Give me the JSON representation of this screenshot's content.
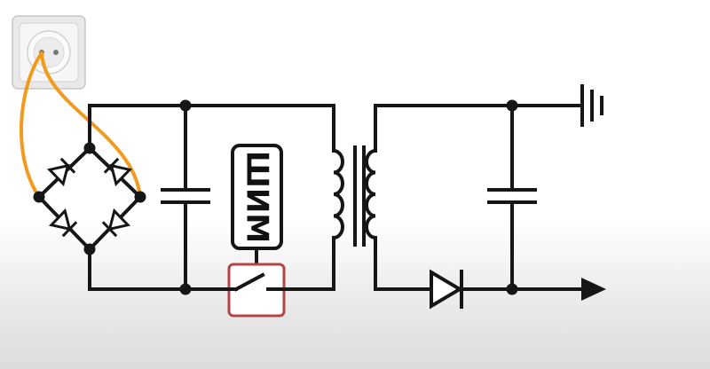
{
  "diagram": {
    "pwm_label": "ШИМ",
    "colors": {
      "wire": "#161616",
      "mains_lead": "#f29a1d",
      "switch_highlight": "#b24545",
      "socket_plate": "#f2f2f2"
    },
    "components": [
      {
        "name": "wall-socket",
        "icon": "socket-icon"
      },
      {
        "name": "diode-bridge",
        "icon": "diode-bridge-icon"
      },
      {
        "name": "input-capacitor",
        "icon": "capacitor-icon"
      },
      {
        "name": "pwm-controller",
        "icon": "ic-block"
      },
      {
        "name": "switch",
        "icon": "switch-icon"
      },
      {
        "name": "transformer",
        "icon": "transformer-icon"
      },
      {
        "name": "output-diode",
        "icon": "diode-icon"
      },
      {
        "name": "output-capacitor",
        "icon": "capacitor-icon"
      },
      {
        "name": "ground",
        "icon": "ground-icon"
      },
      {
        "name": "output-arrow",
        "icon": "arrow-right-icon"
      }
    ]
  }
}
